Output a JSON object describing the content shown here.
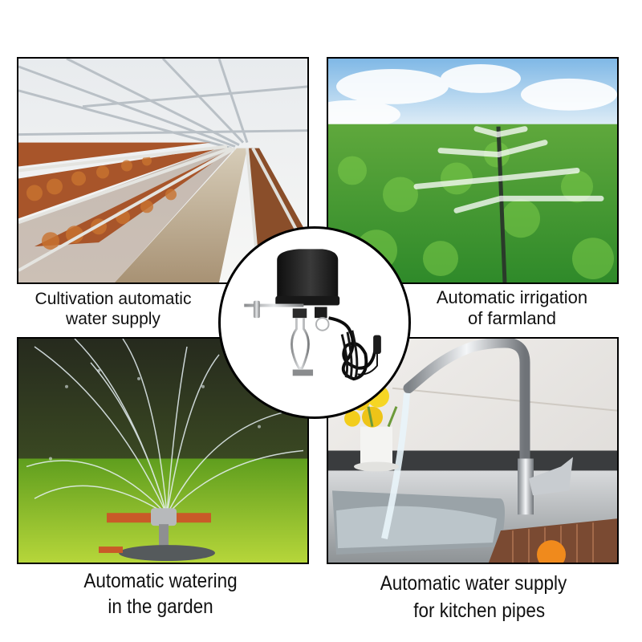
{
  "panels": [
    {
      "id": "poultry-farm",
      "scene": "chicken-cage-barn-photo",
      "caption_line1": "Cultivation automatic",
      "caption_line2": "water supply"
    },
    {
      "id": "farmland-irrigation",
      "scene": "sprinkler-crop-field-photo",
      "caption_line1": "Automatic irrigation",
      "caption_line2": "of farmland"
    },
    {
      "id": "garden-watering",
      "scene": "lawn-sprinkler-photo",
      "caption_line1": "Automatic watering",
      "caption_line2": "in the garden"
    },
    {
      "id": "kitchen-pipes",
      "scene": "kitchen-faucet-sink-photo",
      "caption_line1": "Automatic water supply",
      "caption_line2": "for kitchen pipes"
    }
  ],
  "product": {
    "name": "smart-water-valve-actuator",
    "icon": "valve-controller-icon"
  },
  "colors": {
    "frame": "#000000",
    "background": "#ffffff",
    "text": "#111111",
    "grass": "#3fa53a",
    "sky": "#a9d2f0",
    "device": "#1c1c1c"
  }
}
